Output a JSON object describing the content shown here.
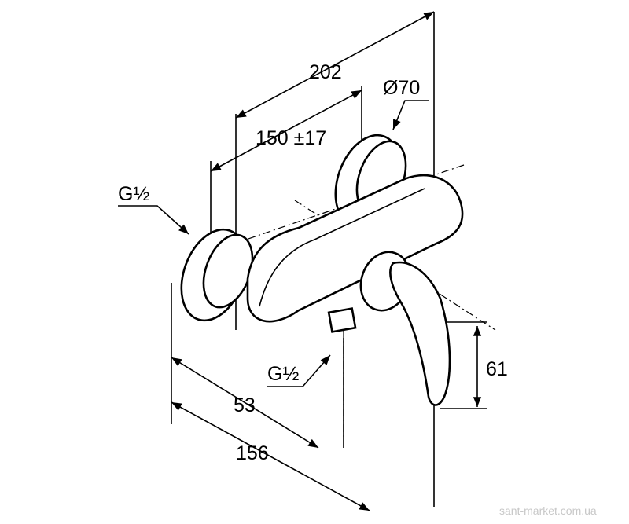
{
  "dimensions": {
    "overall_depth": "202",
    "flange_diameter": "Ø70",
    "center_distance": "150 ±17",
    "inlet_thread": "G½",
    "outlet_thread": "G½",
    "outlet_offset": "53",
    "total_projection": "156",
    "lever_height": "61"
  },
  "watermark": "sant-market.com.ua"
}
